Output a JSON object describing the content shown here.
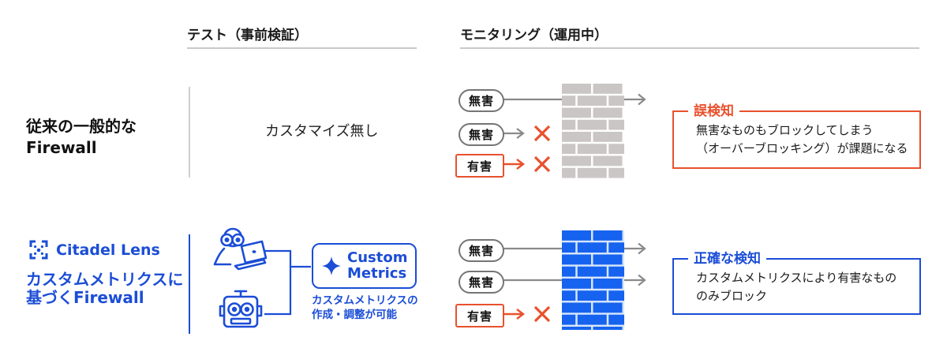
{
  "header": {
    "test": "テスト（事前検証）",
    "monitoring": "モニタリング（運用中）"
  },
  "rows": [
    {
      "label_lines": [
        "従来の一般的な",
        "Firewall"
      ],
      "test_note": "カスタマイズ無し",
      "inputs": [
        {
          "label": "無害",
          "type": "harmless",
          "outcome": "pass"
        },
        {
          "label": "無害",
          "type": "harmless",
          "outcome": "blocked"
        },
        {
          "label": "有害",
          "type": "harmful",
          "outcome": "blocked"
        }
      ],
      "result": {
        "title": "誤検知",
        "lines": [
          "無害なものもブロックしてしまう",
          "（オーバーブロッキング）が課題になる"
        ]
      }
    },
    {
      "brand_name": "Citadel Lens",
      "label_lines": [
        "カスタムメトリクスに",
        "基づくFirewall"
      ],
      "custom_box": {
        "lines": [
          "Custom",
          "Metrics"
        ],
        "caption": [
          "カスタムメトリクスの",
          "作成・調整が可能"
        ]
      },
      "inputs": [
        {
          "label": "無害",
          "type": "harmless",
          "outcome": "pass"
        },
        {
          "label": "無害",
          "type": "harmless",
          "outcome": "pass"
        },
        {
          "label": "有害",
          "type": "harmful",
          "outcome": "blocked"
        }
      ],
      "result": {
        "title": "正確な検知",
        "lines": [
          "カスタムメトリクスにより有害なもの",
          "のみブロック"
        ]
      }
    }
  ],
  "icons": {
    "logo": "viewfinder-scan-icon",
    "sparkle": "sparkle-icon",
    "person": "person-with-laptop-icon",
    "robot": "robot-icon",
    "cross": "blocked-x-icon",
    "arrow": "flow-arrow-icon"
  },
  "colors": {
    "brand_blue": "#1b4dd6",
    "brick_blue": "#1563ef",
    "brick_blue_mortar": "#d7e5fb",
    "brick_gray": "#cac6c5",
    "alert_red": "#e8512d",
    "arrow_gray": "#8a8a8a",
    "divider_gray": "#cfcfcf"
  }
}
